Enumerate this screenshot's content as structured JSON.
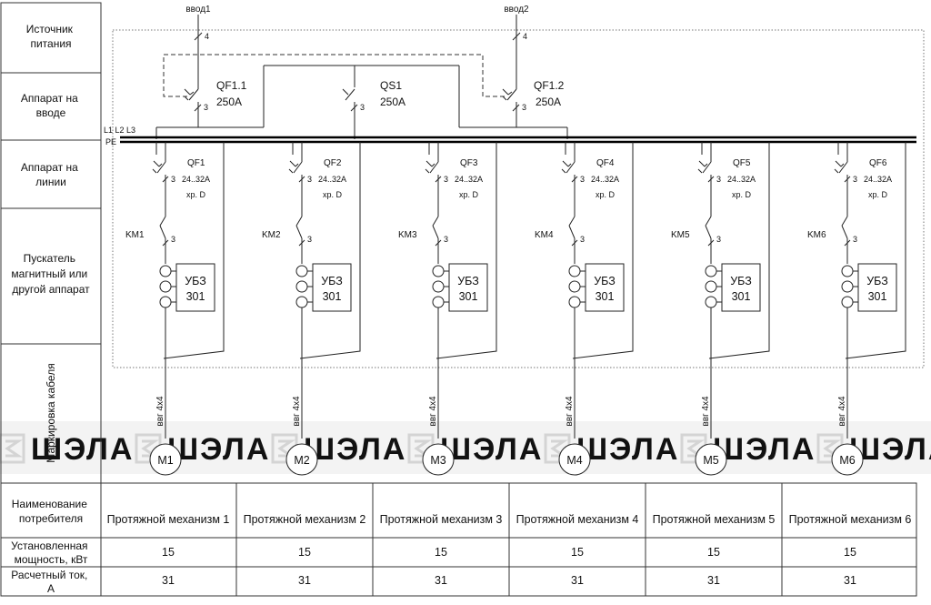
{
  "rows": {
    "source": [
      "Источник",
      "питания"
    ],
    "input_device": [
      "Аппарат на",
      "вводе"
    ],
    "line_device": [
      "Аппарат на",
      "линии"
    ],
    "starter": [
      "Пускатель",
      "магнитный или",
      "другой аппарат"
    ],
    "cable_marking": "Маркировка кабеля",
    "consumer_name": [
      "Наименование",
      "потребителя"
    ],
    "installed_power": [
      "Установленная",
      "мощность, кВт"
    ],
    "current": [
      "Расчетный ток,",
      "А"
    ]
  },
  "inputs": [
    {
      "label": "ввод1",
      "wires": "4",
      "breaker": "QF1.1",
      "rating": "250А",
      "poles": "3"
    },
    {
      "label": "ввод2",
      "wires": "4",
      "breaker": "QF1.2",
      "rating": "250А",
      "poles": "3"
    }
  ],
  "tie_switch": {
    "name": "QS1",
    "rating": "250А",
    "poles": "3"
  },
  "bus": {
    "phases": "L1 L2 L3",
    "pe": "PE"
  },
  "watermark": "ШЭЛА",
  "feeders": [
    {
      "breaker": "QF1",
      "range": "24..32А",
      "curve": "хр. D",
      "poles": "3",
      "contactor": "KM1",
      "relay": [
        "УБЗ",
        "301"
      ],
      "cable": "ввг 4х4",
      "motor": "M1",
      "consumer": "Протяжной механизм 1",
      "power": "15",
      "current": "31"
    },
    {
      "breaker": "QF2",
      "range": "24..32А",
      "curve": "хр. D",
      "poles": "3",
      "contactor": "KM2",
      "relay": [
        "УБЗ",
        "301"
      ],
      "cable": "ввг 4х4",
      "motor": "M2",
      "consumer": "Протяжной механизм 2",
      "power": "15",
      "current": "31"
    },
    {
      "breaker": "QF3",
      "range": "24..32А",
      "curve": "хр. D",
      "poles": "3",
      "contactor": "KM3",
      "relay": [
        "УБЗ",
        "301"
      ],
      "cable": "ввг 4х4",
      "motor": "M3",
      "consumer": "Протяжной механизм 3",
      "power": "15",
      "current": "31"
    },
    {
      "breaker": "QF4",
      "range": "24..32А",
      "curve": "хр. D",
      "poles": "3",
      "contactor": "KM4",
      "relay": [
        "УБЗ",
        "301"
      ],
      "cable": "ввг 4х4",
      "motor": "M4",
      "consumer": "Протяжной механизм 4",
      "power": "15",
      "current": "31"
    },
    {
      "breaker": "QF5",
      "range": "24..32А",
      "curve": "хр. D",
      "poles": "3",
      "contactor": "KM5",
      "relay": [
        "УБЗ",
        "301"
      ],
      "cable": "ввг 4х4",
      "motor": "M5",
      "consumer": "Протяжной механизм 5",
      "power": "15",
      "current": "31"
    },
    {
      "breaker": "QF6",
      "range": "24..32А",
      "curve": "хр. D",
      "poles": "3",
      "contactor": "KM6",
      "relay": [
        "УБЗ",
        "301"
      ],
      "cable": "ввг 4х4",
      "motor": "M6",
      "consumer": "Протяжной механизм 6",
      "power": "15",
      "current": "31"
    }
  ]
}
